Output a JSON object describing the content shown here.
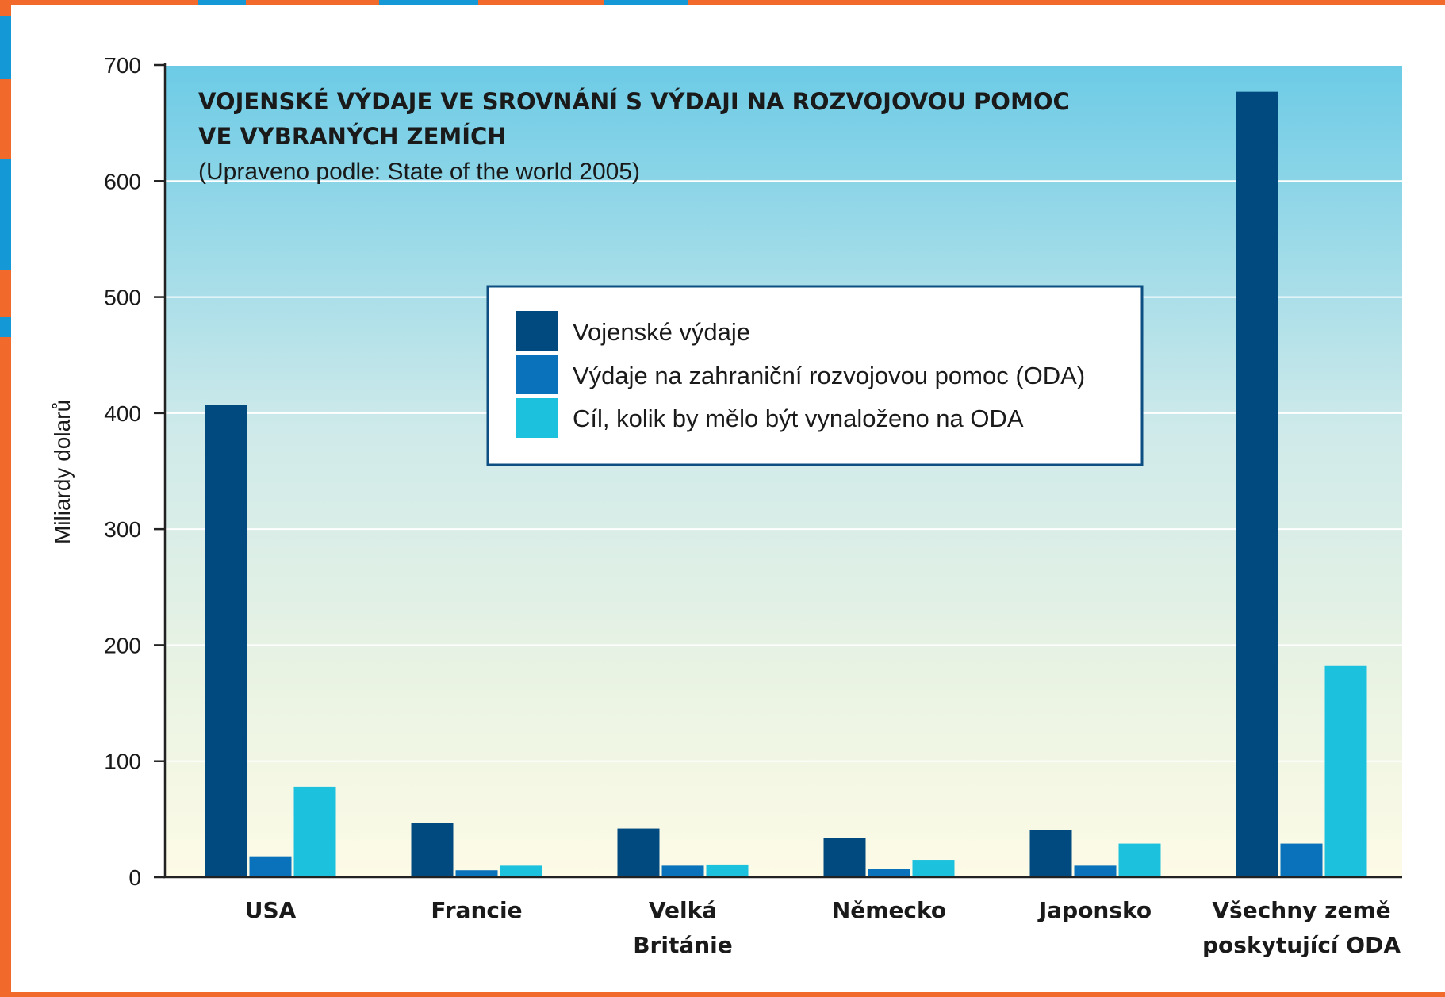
{
  "colors": {
    "military": "#004a7f",
    "oda": "#0a72bb",
    "oda_target": "#1cc1de",
    "page_border": "#f26a2b",
    "accent_blue": "#1598d6",
    "bg_top": "#6ccbe6",
    "bg_bottom": "#fdfbe6",
    "legend_border": "#0d4f82"
  },
  "chart_data": {
    "type": "bar",
    "title_lines": [
      "VOJENSKÉ VÝDAJE VE SROVNÁNÍ S VÝDAJI NA ROZVOJOVOU POMOC",
      "VE VYBRANÝCH ZEMÍCH"
    ],
    "subtitle": "(Upraveno podle: State of the world 2005)",
    "ylabel": "Miliardy dolarů",
    "xlabel": "",
    "ylim": [
      0,
      700
    ],
    "yticks": [
      0,
      100,
      200,
      300,
      400,
      500,
      600,
      700
    ],
    "grid": true,
    "legend_position": "center-top",
    "categories": [
      [
        "USA"
      ],
      [
        "Francie"
      ],
      [
        "Velká",
        "Británie"
      ],
      [
        "Německo"
      ],
      [
        "Japonsko"
      ],
      [
        "Všechny země",
        "poskytující ODA"
      ]
    ],
    "series": [
      {
        "name": "Vojenské výdaje",
        "values": [
          407,
          47,
          42,
          34,
          41,
          677
        ]
      },
      {
        "name": "Výdaje na zahraniční rozvojovou pomoc (ODA)",
        "values": [
          18,
          6,
          10,
          7,
          10,
          29
        ]
      },
      {
        "name": "Cíl, kolik by mělo být vynaloženo na ODA",
        "values": [
          78,
          10,
          11,
          15,
          29,
          182
        ]
      }
    ]
  }
}
